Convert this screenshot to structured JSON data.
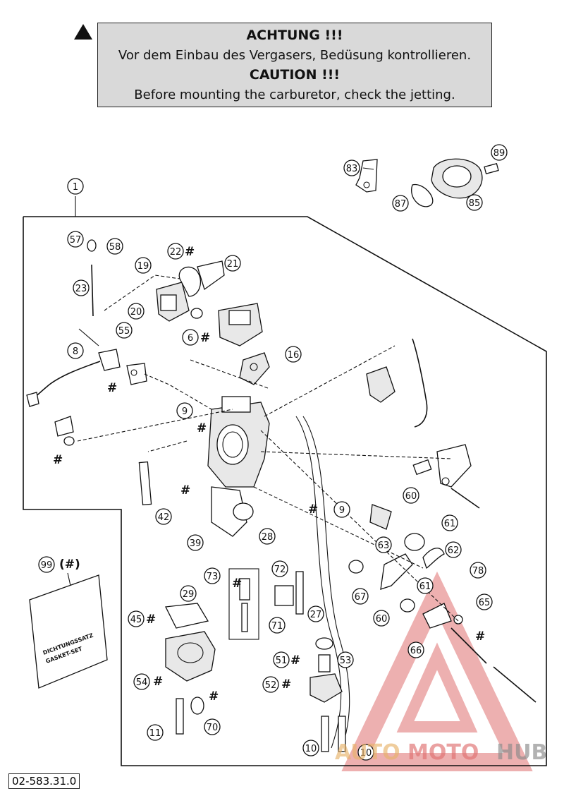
{
  "caution": {
    "title_de": "ACHTUNG !!!",
    "text_de": "Vor dem Einbau des Vergasers, Bedüsung kontrollieren.",
    "title_en": "CAUTION !!!",
    "text_en": "Before mounting the carburetor, check the jetting."
  },
  "icons": {
    "warning": "warning-triangle-icon"
  },
  "callouts": {
    "c1": "1",
    "c83": "83",
    "c89": "89",
    "c87": "87",
    "c85": "85",
    "c57": "57",
    "c58": "58",
    "c22": "22",
    "c21": "21",
    "c19": "19",
    "c23": "23",
    "c20": "20",
    "c55": "55",
    "c6": "6",
    "c8": "8",
    "c16": "16",
    "c9a": "9",
    "c9b": "9",
    "c42": "42",
    "c39": "39",
    "c28": "28",
    "c60a": "60",
    "c61a": "61",
    "c63": "63",
    "c62": "62",
    "c72": "72",
    "c73": "73",
    "c61b": "61",
    "c67": "67",
    "c60b": "60",
    "c78": "78",
    "c65": "65",
    "c66": "66",
    "c29": "29",
    "c45": "45",
    "c71": "71",
    "c27": "27",
    "c51": "51",
    "c53": "53",
    "c52": "52",
    "c54": "54",
    "c11": "11",
    "c70": "70",
    "c10a": "10",
    "c10b": "10",
    "c99": "99"
  },
  "marks": {
    "hash": "#",
    "hash_paren": "(#)"
  },
  "gasket_set": {
    "line1": "DICHTUNGSSATZ",
    "line2": "GASKET-SET"
  },
  "part_number": "02-583.31.0",
  "watermark": {
    "part1": "AUTO",
    "part2": "MOTO",
    "part3": "HUB"
  }
}
